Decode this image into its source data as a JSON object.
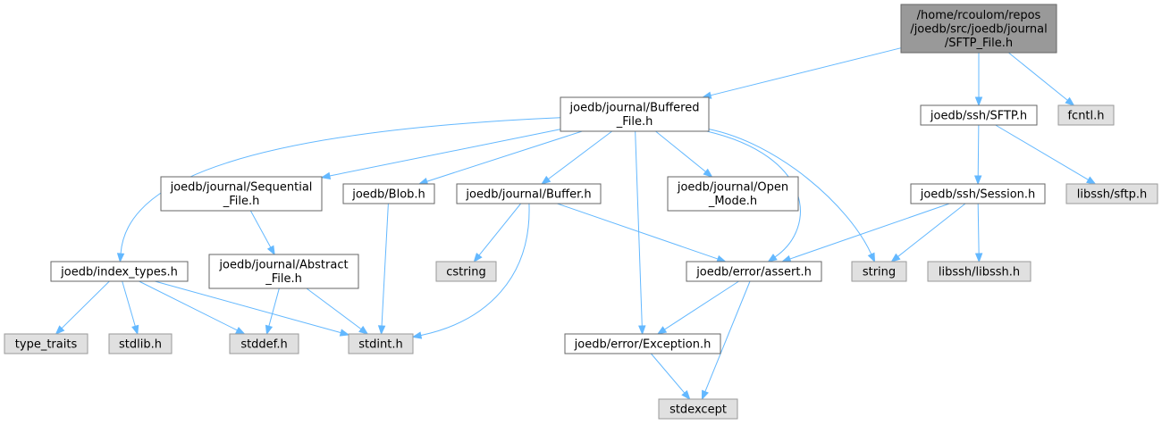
{
  "diagram": {
    "colors": {
      "edge": "#63b8ff",
      "root_fill": "#999999",
      "system_fill": "#e0e0e0",
      "local_fill": "#ffffff"
    },
    "nodes": [
      {
        "id": "sftp_file",
        "kind": "root",
        "lines": [
          "/home/rcoulom/repos",
          "/joedb/src/joedb/journal",
          "/SFTP_File.h"
        ]
      },
      {
        "id": "buffered_file",
        "kind": "local",
        "lines": [
          "joedb/journal/Buffered",
          "_File.h"
        ]
      },
      {
        "id": "ssh_sftp",
        "kind": "local",
        "lines": [
          "joedb/ssh/SFTP.h"
        ]
      },
      {
        "id": "fcntl",
        "kind": "sys",
        "lines": [
          "fcntl.h"
        ]
      },
      {
        "id": "sequential",
        "kind": "local",
        "lines": [
          "joedb/journal/Sequential",
          "_File.h"
        ]
      },
      {
        "id": "blob",
        "kind": "local",
        "lines": [
          "joedb/Blob.h"
        ]
      },
      {
        "id": "buffer",
        "kind": "local",
        "lines": [
          "joedb/journal/Buffer.h"
        ]
      },
      {
        "id": "open_mode",
        "kind": "local",
        "lines": [
          "joedb/journal/Open",
          "_Mode.h"
        ]
      },
      {
        "id": "session",
        "kind": "local",
        "lines": [
          "joedb/ssh/Session.h"
        ]
      },
      {
        "id": "libssh_sftp",
        "kind": "sys",
        "lines": [
          "libssh/sftp.h"
        ]
      },
      {
        "id": "index_types",
        "kind": "local",
        "lines": [
          "joedb/index_types.h"
        ]
      },
      {
        "id": "abstract",
        "kind": "local",
        "lines": [
          "joedb/journal/Abstract",
          "_File.h"
        ]
      },
      {
        "id": "cstring",
        "kind": "sys",
        "lines": [
          "cstring"
        ]
      },
      {
        "id": "assert",
        "kind": "local",
        "lines": [
          "joedb/error/assert.h"
        ]
      },
      {
        "id": "string",
        "kind": "sys",
        "lines": [
          "string"
        ]
      },
      {
        "id": "libssh",
        "kind": "sys",
        "lines": [
          "libssh/libssh.h"
        ]
      },
      {
        "id": "type_traits",
        "kind": "sys",
        "lines": [
          "type_traits"
        ]
      },
      {
        "id": "stdlib",
        "kind": "sys",
        "lines": [
          "stdlib.h"
        ]
      },
      {
        "id": "stddef",
        "kind": "sys",
        "lines": [
          "stddef.h"
        ]
      },
      {
        "id": "stdint",
        "kind": "sys",
        "lines": [
          "stdint.h"
        ]
      },
      {
        "id": "exception",
        "kind": "local",
        "lines": [
          "joedb/error/Exception.h"
        ]
      },
      {
        "id": "stdexcept",
        "kind": "sys",
        "lines": [
          "stdexcept"
        ]
      }
    ],
    "edges": [
      [
        "sftp_file",
        "buffered_file"
      ],
      [
        "sftp_file",
        "ssh_sftp"
      ],
      [
        "sftp_file",
        "fcntl"
      ],
      [
        "buffered_file",
        "index_types"
      ],
      [
        "buffered_file",
        "sequential"
      ],
      [
        "buffered_file",
        "blob"
      ],
      [
        "buffered_file",
        "buffer"
      ],
      [
        "buffered_file",
        "open_mode"
      ],
      [
        "buffered_file",
        "exception"
      ],
      [
        "buffered_file",
        "assert"
      ],
      [
        "buffered_file",
        "string"
      ],
      [
        "ssh_sftp",
        "session"
      ],
      [
        "ssh_sftp",
        "libssh_sftp"
      ],
      [
        "sequential",
        "abstract"
      ],
      [
        "blob",
        "stdint"
      ],
      [
        "buffer",
        "cstring"
      ],
      [
        "buffer",
        "stdint"
      ],
      [
        "buffer",
        "assert"
      ],
      [
        "session",
        "assert"
      ],
      [
        "session",
        "string"
      ],
      [
        "session",
        "libssh"
      ],
      [
        "index_types",
        "type_traits"
      ],
      [
        "index_types",
        "stdlib"
      ],
      [
        "index_types",
        "stddef"
      ],
      [
        "index_types",
        "stdint"
      ],
      [
        "abstract",
        "stddef"
      ],
      [
        "abstract",
        "stdint"
      ],
      [
        "assert",
        "exception"
      ],
      [
        "assert",
        "stdexcept"
      ],
      [
        "exception",
        "stdexcept"
      ]
    ]
  }
}
